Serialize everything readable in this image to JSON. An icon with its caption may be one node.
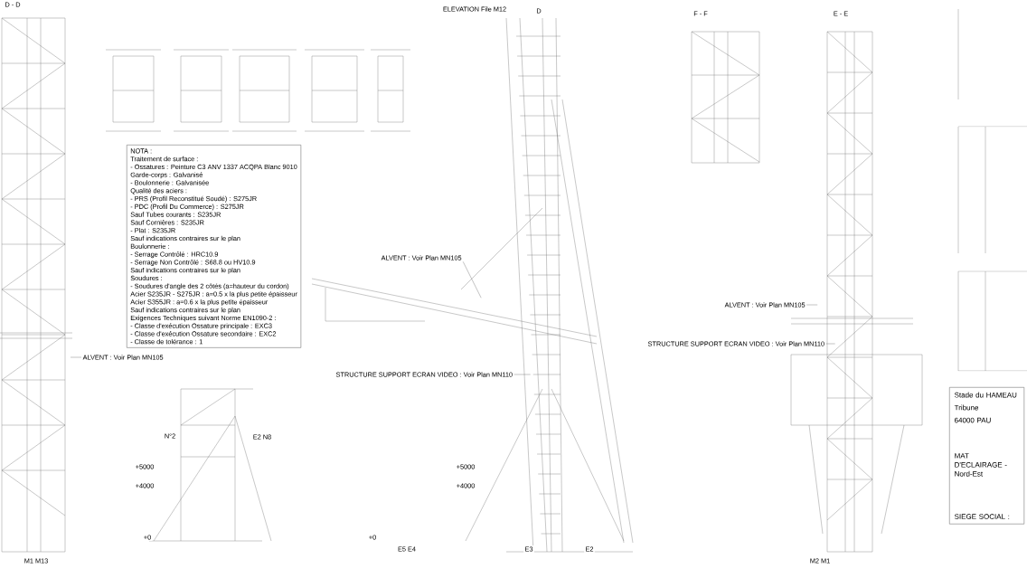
{
  "diagram": {
    "nodes": [
      {
        "text": [
          "NOTA :",
          "Traitement de surface :",
          "- Ossatures : Peinture C3 ANV 1337 ACQPA Blanc 9010",
          "Garde-corps : Galvanisé",
          "- Boulonnerie : Galvanisée",
          "Qualité des aciers :",
          "- PRS (Profil Reconstitué Soudé) : S275JR",
          "- PDC (Profil Du Commerce) : S275JR",
          "Sauf Tubes courants : S235JR",
          "Sauf Cornières : S235JR",
          "- Plat : S235JR",
          "Sauf indications contraires sur le plan",
          "Boulonnerie :",
          "- Serrage Contrôlé : HRC10.9",
          "- Serrage Non Contrôlé : S68.8 ou HV10.9",
          "Sauf indications contraires sur le plan",
          "Soudures :",
          "- Soudures d'angle des 2 côtés (a=hauteur du cordon)",
          "Acier S235JR - S275JR : a=0.5 x la plus petite épaisseur",
          "Acier S355JR : a=0.6 x la plus petite épaisseur",
          "Sauf indications contraires sur le plan",
          "Exigences Techniques suivant Norme EN1090-2 :",
          "- Classe d'exécution Ossature principale : EXC3",
          "- Classe d'exécution Ossature secondaire : EXC2",
          "- Classe de tolérance : 1"
        ]
      },
      {
        "text": [
          "Stade du HAMEAU",
          "Tribune",
          "64000 PAU",
          "MAT D'ECLAIRAGE - Nord-Est",
          "SIEGE SOCIAL :"
        ]
      },
      {
        "text": [
          "ALVENT : Voir Plan MN105"
        ]
      },
      {
        "text": [
          "ALVENT : Voir Plan MN105"
        ]
      },
      {
        "text": [
          "ALVENT : Voir Plan MN105"
        ]
      },
      {
        "text": [
          "STRUCTURE SUPPORT ECRAN VIDEO : Voir Plan MN110"
        ]
      },
      {
        "text": [
          "STRUCTURE SUPPORT ECRAN VIDEO : Voir Plan MN110"
        ]
      }
    ],
    "edges": [
      {
        "from": 2,
        "to": null,
        "arrow": "none"
      },
      {
        "from": 3,
        "to": null,
        "arrow": "none"
      },
      {
        "from": 4,
        "to": null,
        "arrow": "none"
      },
      {
        "from": 5,
        "to": null,
        "arrow": "none"
      },
      {
        "from": 6,
        "to": null,
        "arrow": "none"
      }
    ],
    "labels": [
      "D - D",
      "ELEVATION File M12",
      "D",
      "F - F",
      "E - E",
      "N°2",
      "E2 N8",
      "+5000",
      "+4000",
      "+0",
      "+5000",
      "+4000",
      "+0",
      "E5 E4",
      "E3",
      "E2",
      "M1 M13",
      "M2 M1"
    ]
  }
}
